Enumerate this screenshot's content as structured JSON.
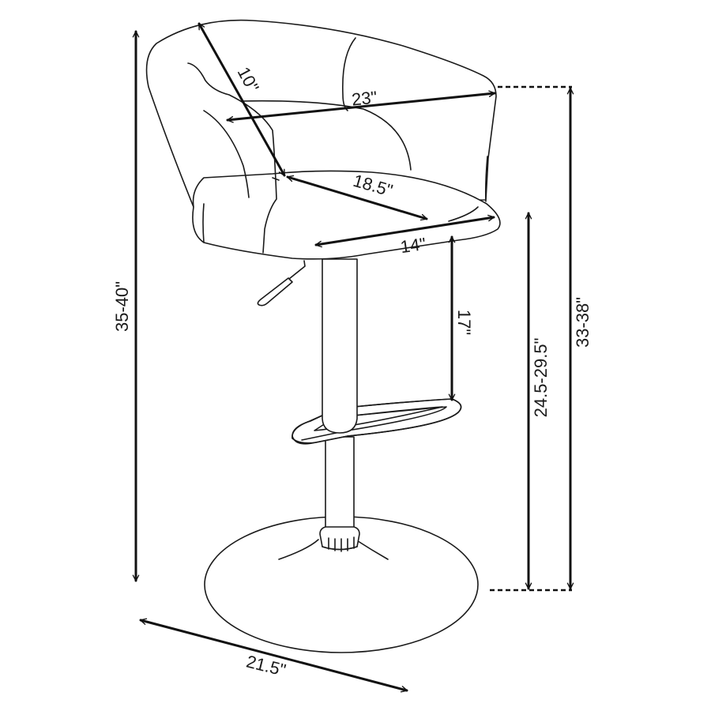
{
  "diagram": {
    "subject": "Adjustable bar stool with curved back, gas-lift column, ring footrest and round base",
    "colors": {
      "line": "#1a1a1a",
      "background": "#ffffff"
    },
    "dimensions": {
      "overall_height": "35-40\"",
      "back_height": "10\"",
      "overall_width": "23\"",
      "seat_depth": "18.5\"",
      "seat_width": "14\"",
      "seat_to_footrest": "17\"",
      "seat_height": "24.5-29.5\"",
      "arm_height": "33-38\"",
      "base_diameter": "21.5\""
    }
  }
}
